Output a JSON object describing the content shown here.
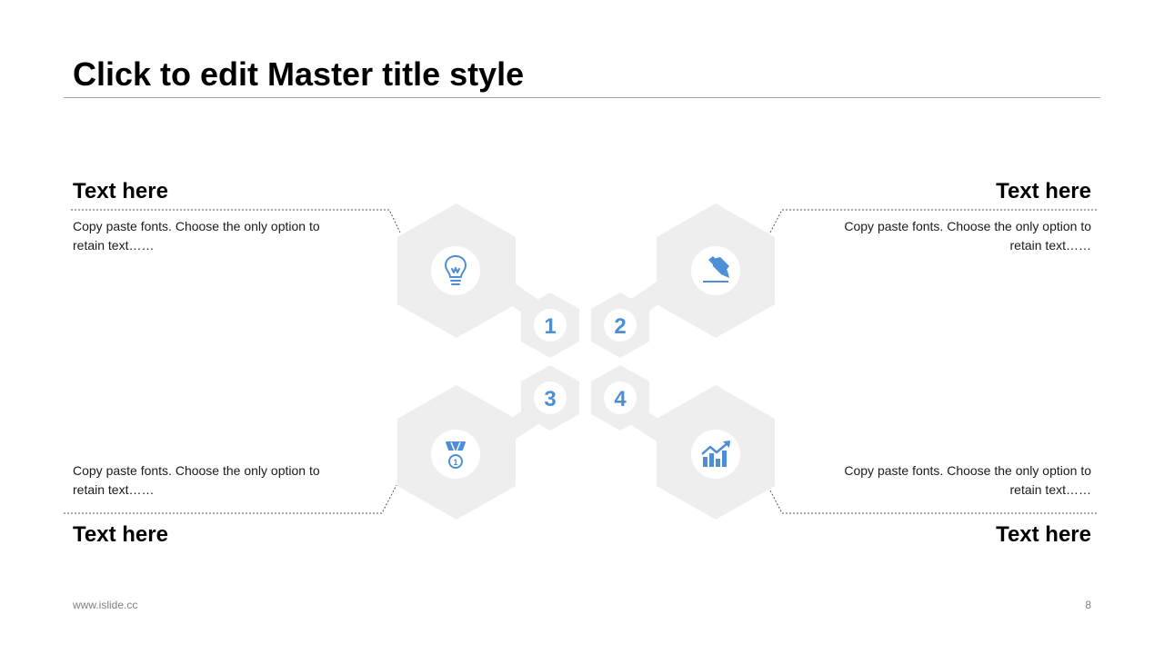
{
  "slide": {
    "title": "Click to edit Master title style",
    "footer_url": "www.islide.cc",
    "page_number": "8"
  },
  "colors": {
    "accent": "#4d8fd6",
    "hexagon": "#eeeeee",
    "rule": "#a6a6a6",
    "text": "#000000",
    "footer": "#7f7f7f"
  },
  "items": [
    {
      "number": "1",
      "heading": "Text here",
      "body": "Copy paste fonts. Choose the only option to retain text……",
      "icon": "lightbulb-icon"
    },
    {
      "number": "2",
      "heading": "Text here",
      "body": "Copy paste fonts. Choose the only option to retain text……",
      "icon": "pencil-icon"
    },
    {
      "number": "3",
      "heading": "Text here",
      "body": "Copy paste fonts. Choose the only option to retain text……",
      "icon": "medal-icon"
    },
    {
      "number": "4",
      "heading": "Text here",
      "body": "Copy paste fonts. Choose the only option to retain text……",
      "icon": "growth-chart-icon"
    }
  ]
}
